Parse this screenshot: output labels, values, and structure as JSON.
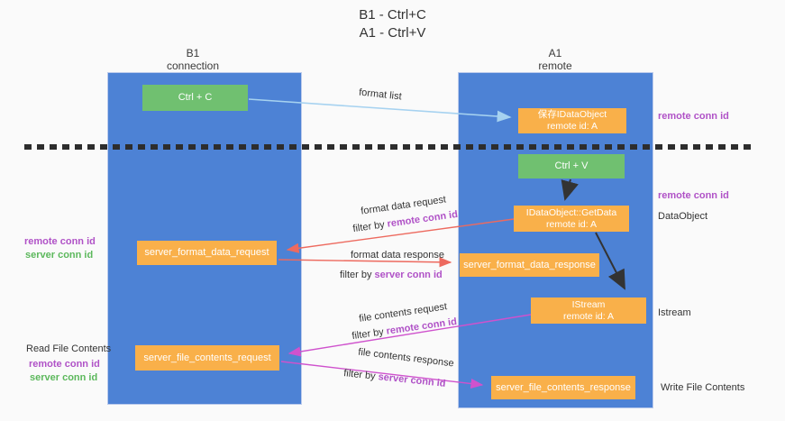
{
  "title": {
    "line1": "B1 - Ctrl+C",
    "line2": "A1 - Ctrl+V"
  },
  "lanes": {
    "left": {
      "header_line1": "B1",
      "header_line2": "connection"
    },
    "right": {
      "header_line1": "A1",
      "header_line2": "remote"
    }
  },
  "nodes": {
    "ctrl_c": {
      "label": "Ctrl + C"
    },
    "ctrl_v": {
      "label": "Ctrl + V"
    },
    "save_dataobject": {
      "line1": "保存IDataObject",
      "line2": "remote id: A"
    },
    "getdata": {
      "line1": "IDataObject::GetData",
      "line2": "remote id: A"
    },
    "istream": {
      "line1": "IStream",
      "line2": "remote id: A"
    },
    "server_format_data_request": {
      "label": "server_format_data_request"
    },
    "server_format_data_response": {
      "label": "server_format_data_response"
    },
    "server_file_contents_request": {
      "label": "server_file_contents_request"
    },
    "server_file_contents_response": {
      "label": "server_file_contents_response"
    }
  },
  "flows": {
    "format_list": {
      "label": "format list"
    },
    "format_request": {
      "label": "format data request",
      "filter_prefix": "filter by",
      "filter_key": "remote conn id"
    },
    "format_response": {
      "label": "format data response",
      "filter_prefix": "filter by",
      "filter_key": "server conn id"
    },
    "file_request": {
      "label": "file contents request",
      "filter_prefix": "filter by",
      "filter_key": "remote conn id"
    },
    "file_response": {
      "label": "file contents response",
      "filter_prefix": "filter by",
      "filter_key": "server conn id"
    }
  },
  "left_labels": {
    "remote_conn_id_1": "remote conn id",
    "server_conn_id_1": "server conn id",
    "read_file_contents": "Read File Contents",
    "remote_conn_id_2": "remote conn id",
    "server_conn_id_2": "server conn id"
  },
  "right_labels": {
    "remote_conn_id_top": "remote conn id",
    "remote_conn_id_mid": "remote conn id",
    "dataobject": "DataObject",
    "istream": "Istream",
    "write_file_contents": "Write File Contents"
  },
  "colors": {
    "lane_blue": "#4d82d5",
    "node_green": "#70c070",
    "node_orange": "#f9b04a",
    "purple_label": "#b052c7",
    "green_label": "#5cb85c",
    "arrow_red": "#ed6a5f",
    "arrow_magenta": "#cf52cd",
    "arrow_light_blue": "#a6d2f0",
    "arrow_black": "#333333",
    "background": "#fafafa"
  }
}
